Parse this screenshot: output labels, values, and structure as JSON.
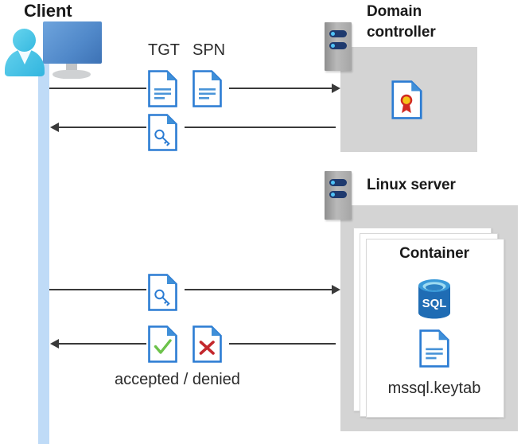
{
  "diagram": {
    "title": "Kerberos authentication flow between a client, a domain controller, and a containerized SQL Server on a Linux server",
    "background_color": "#ffffff",
    "accent_blue": "#2b7cd3",
    "panel_grey": "#d4d4d4",
    "lifeline_blue": "#bfdbf7",
    "arrow_color": "#3a3a3a"
  },
  "actors": {
    "client": {
      "label": "Client",
      "icon": "user-computer-icon"
    },
    "domain_controller": {
      "label": "Domain\ncontroller",
      "label_line1": "Domain",
      "label_line2": "controller",
      "icon": "server-rack-icon",
      "contents": [
        {
          "name": "certificate-document-icon",
          "label": ""
        }
      ]
    },
    "linux_server": {
      "label": "Linux server",
      "icon": "server-rack-icon",
      "container": {
        "label": "Container",
        "stack_count": 3,
        "items": [
          {
            "name": "sql-database-icon",
            "label": "SQL"
          },
          {
            "name": "keytab-document-icon",
            "label": "mssql.keytab"
          }
        ]
      }
    }
  },
  "messages": [
    {
      "id": "request-tgt-spn",
      "direction": "right",
      "from": "client",
      "to": "domain_controller",
      "labels": [
        "TGT",
        "SPN"
      ],
      "icons": [
        "document-icon",
        "document-icon"
      ]
    },
    {
      "id": "service-ticket-response",
      "direction": "left",
      "from": "domain_controller",
      "to": "client",
      "labels": [],
      "icons": [
        "key-document-icon"
      ]
    },
    {
      "id": "present-service-ticket",
      "direction": "right",
      "from": "client",
      "to": "linux_server",
      "labels": [],
      "icons": [
        "key-document-icon"
      ]
    },
    {
      "id": "auth-result",
      "direction": "left",
      "from": "linux_server",
      "to": "client",
      "labels": [
        "accepted / denied"
      ],
      "icons": [
        "check-document-icon",
        "cross-document-icon"
      ]
    }
  ],
  "labels": {
    "tgt": "TGT",
    "spn": "SPN",
    "accepted_denied": "accepted / denied",
    "keytab": "mssql.keytab",
    "sql": "SQL",
    "container": "Container"
  }
}
